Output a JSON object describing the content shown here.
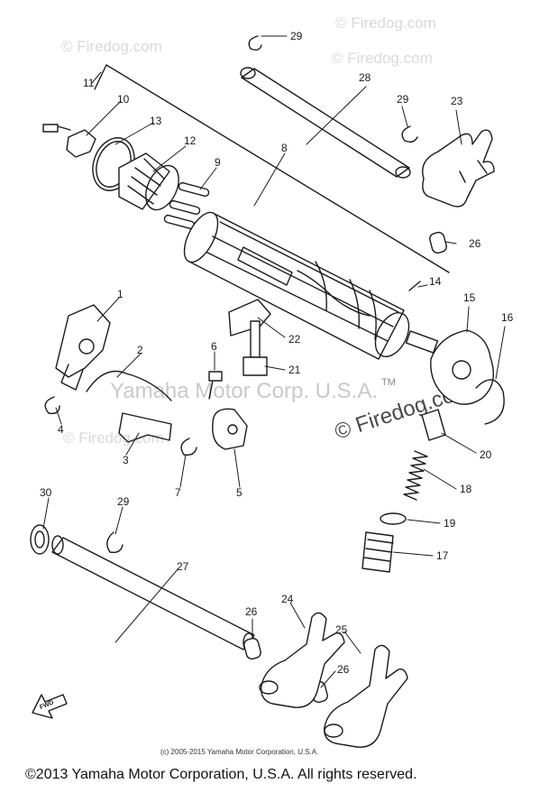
{
  "watermarks": {
    "firedog_small": "© Firedog.com",
    "firedog_big": "© Firedog.com",
    "corp": "Yamaha Motor Corp. U.S.A.",
    "tm": "TM"
  },
  "part_callouts": [
    "1",
    "2",
    "3",
    "4",
    "5",
    "6",
    "7",
    "8",
    "9",
    "10",
    "11",
    "12",
    "13",
    "14",
    "15",
    "16",
    "17",
    "18",
    "19",
    "20",
    "21",
    "22",
    "23",
    "24",
    "25",
    "26",
    "27",
    "28",
    "29",
    "30"
  ],
  "callouts": {
    "c1": "1",
    "c2": "2",
    "c3": "3",
    "c4": "4",
    "c5": "5",
    "c6": "6",
    "c7": "7",
    "c8": "8",
    "c9": "9",
    "c10": "10",
    "c11": "11",
    "c12": "12",
    "c13": "13",
    "c14": "14",
    "c15": "15",
    "c16": "16",
    "c17": "17",
    "c18": "18",
    "c19": "19",
    "c20": "20",
    "c21": "21",
    "c22": "22",
    "c23": "23",
    "c24": "24",
    "c25": "25",
    "c26a": "26",
    "c26b": "26",
    "c26c": "26",
    "c27": "27",
    "c28": "28",
    "c29a": "29",
    "c29b": "29",
    "c29c": "29",
    "c30": "30"
  },
  "direction_label": "FWD",
  "copyright_small": "(c) 2005-2015 Yamaha Motor Corporation, U.S.A.",
  "footer": "©2013 Yamaha Motor Corporation, U.S.A. All rights reserved."
}
